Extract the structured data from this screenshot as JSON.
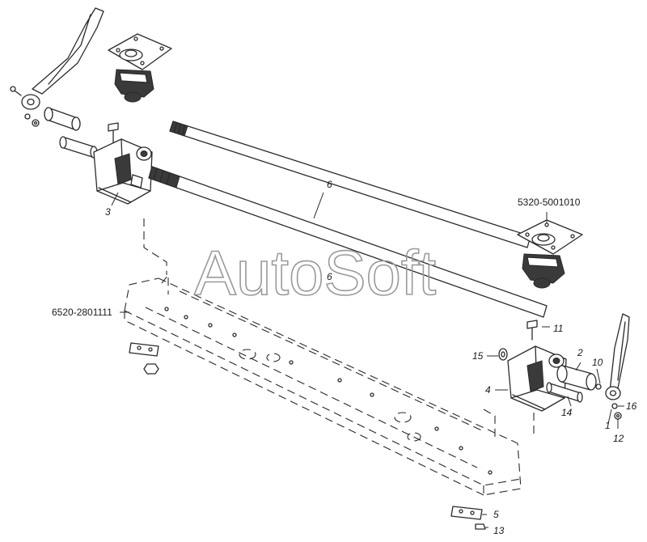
{
  "watermark": "AutoSoft",
  "labels": {
    "l1": "1",
    "l2": "2",
    "l3": "3",
    "l4": "4",
    "l5": "5",
    "l6a": "6",
    "l6b": "6",
    "l10": "10",
    "l11": "11",
    "l12": "12",
    "l13": "13",
    "l14": "14",
    "l15": "15",
    "l16": "16",
    "part_frame": "6520-2801111",
    "part_support": "5320-5001010"
  }
}
